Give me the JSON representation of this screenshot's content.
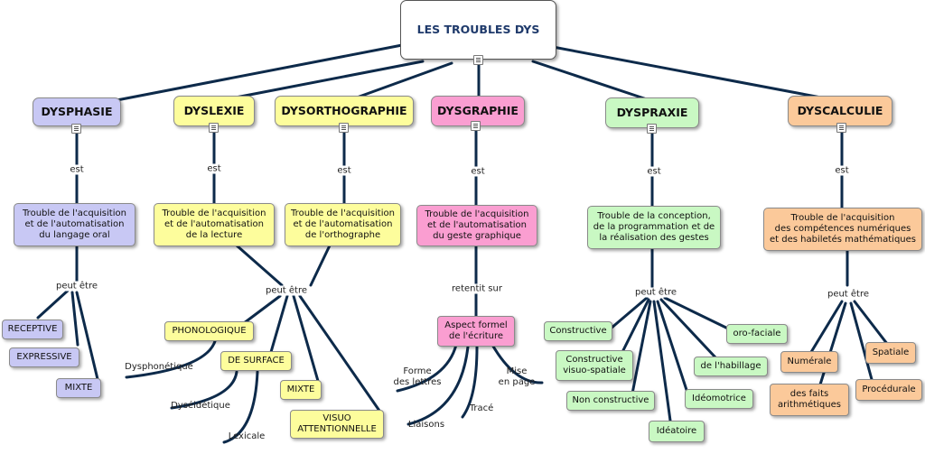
{
  "title": "LES TROUBLES DYS",
  "categories": {
    "dysphasie": {
      "name": "DYSPHASIE",
      "link": "est",
      "definition": "Trouble de l'acquisition\net de l'automatisation\ndu langage oral",
      "link2": "peut être",
      "types": [
        "RECEPTIVE",
        "EXPRESSIVE",
        "MIXTE"
      ]
    },
    "dyslexie": {
      "name": "DYSLEXIE",
      "link": "est",
      "definition": "Trouble de l'acquisition\net de l'automatisation\nde la lecture"
    },
    "dysorthographie": {
      "name": "DYSORTHOGRAPHIE",
      "link": "est",
      "definition": "Trouble de l'acquisition\net de l'automatisation\nde l'orthographe"
    },
    "shared": {
      "link": "peut être",
      "phonologique": "PHONOLOGIQUE",
      "dysphonetique": "Dysphonétique",
      "surface": "DE SURFACE",
      "dyseidetique": "Dyséidétique",
      "lexicale": "Lexicale",
      "mixte": "MIXTE",
      "visuo": "VISUO\nATTENTIONNELLE"
    },
    "dysgraphie": {
      "name": "DYSGRAPHIE",
      "link": "est",
      "definition": "Trouble de l'acquisition\net de l'automatisation\ndu geste graphique",
      "link2": "retentit sur",
      "aspect": "Aspect formel\nde l'écriture",
      "aspects": [
        "Forme\ndes lettres",
        "Liaisons",
        "Tracé",
        "Mise\nen page"
      ]
    },
    "dyspraxie": {
      "name": "DYSPRAXIE",
      "link": "est",
      "definition": "Trouble de la conception,\nde la programmation et de\nla réalisation des gestes",
      "link2": "peut être",
      "types": [
        "Constructive",
        "Constructive\nvisuo-spatiale",
        "Non constructive",
        "Idéatoire",
        "Idéomotrice",
        "de l'habillage",
        "oro-faciale"
      ]
    },
    "dyscalculie": {
      "name": "DYSCALCULIE",
      "link": "est",
      "definition": "Trouble de l'acquisition\ndes compétences numériques\net des habiletés mathématiques",
      "link2": "peut être",
      "types": [
        "Numérale",
        "des faits\narithmétiques",
        "Procédurale",
        "Spatiale"
      ]
    }
  },
  "colors": {
    "connector": "#0d2a4a",
    "dysphasie": "#c8c8f4",
    "dyslexie": "#fdfd9c",
    "dysgraphie": "#fa9ed1",
    "dyspraxie": "#c9f8c3",
    "dyscalculie": "#fbc99a"
  }
}
